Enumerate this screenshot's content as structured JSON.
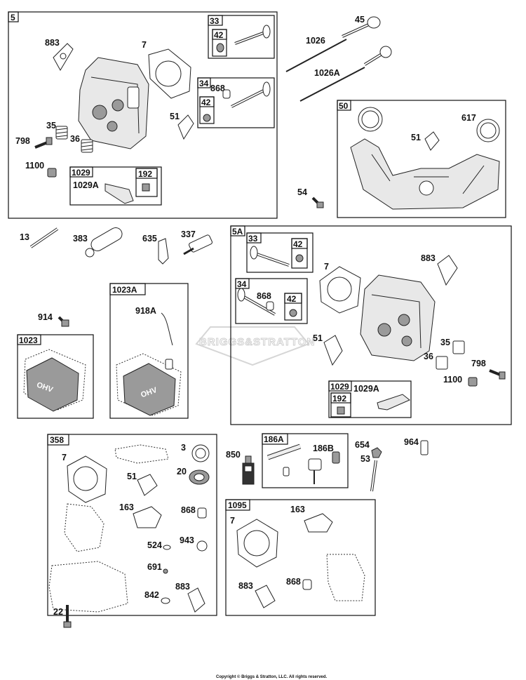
{
  "watermark": "BRIGGS&STRATTON",
  "copyright": "Copyright © Briggs & Stratton, LLC. All rights reserved.",
  "groups": {
    "g5": "5",
    "g33a": "33",
    "g42a": "42",
    "g34a": "34",
    "g42b": "42",
    "g1029a": "1029",
    "g192a": "192",
    "g50": "50",
    "g5A": "5A",
    "g33b": "33",
    "g42c": "42",
    "g34b": "34",
    "g42d": "42",
    "g1029b": "1029",
    "g192b": "192",
    "g1023A": "1023A",
    "g1023": "1023",
    "g358": "358",
    "g186A": "186A",
    "g1095": "1095"
  },
  "parts": {
    "p883a": "883",
    "p7a": "7",
    "p868a": "868",
    "p35a": "35",
    "p36a": "36",
    "p798a": "798",
    "p51a": "51",
    "p1100a": "1100",
    "p1029Aa": "1029A",
    "p45": "45",
    "p1026": "1026",
    "p1026A": "1026A",
    "p51b": "51",
    "p617": "617",
    "p54": "54",
    "p13": "13",
    "p383": "383",
    "p635": "635",
    "p337": "337",
    "p7b": "7",
    "p868b": "868",
    "p883b": "883",
    "p51c": "51",
    "p35b": "35",
    "p36b": "36",
    "p798b": "798",
    "p1100b": "1100",
    "p1029Ab": "1029A",
    "p914": "914",
    "p918A": "918A",
    "p7c": "7",
    "p3": "3",
    "p20": "20",
    "p51d": "51",
    "p163a": "163",
    "p868c": "868",
    "p524": "524",
    "p943": "943",
    "p691": "691",
    "p883c": "883",
    "p842": "842",
    "p22": "22",
    "p850": "850",
    "p186B": "186B",
    "p654": "654",
    "p964": "964",
    "p53": "53",
    "p7d": "7",
    "p163b": "163",
    "p883d": "883",
    "p868d": "868"
  }
}
